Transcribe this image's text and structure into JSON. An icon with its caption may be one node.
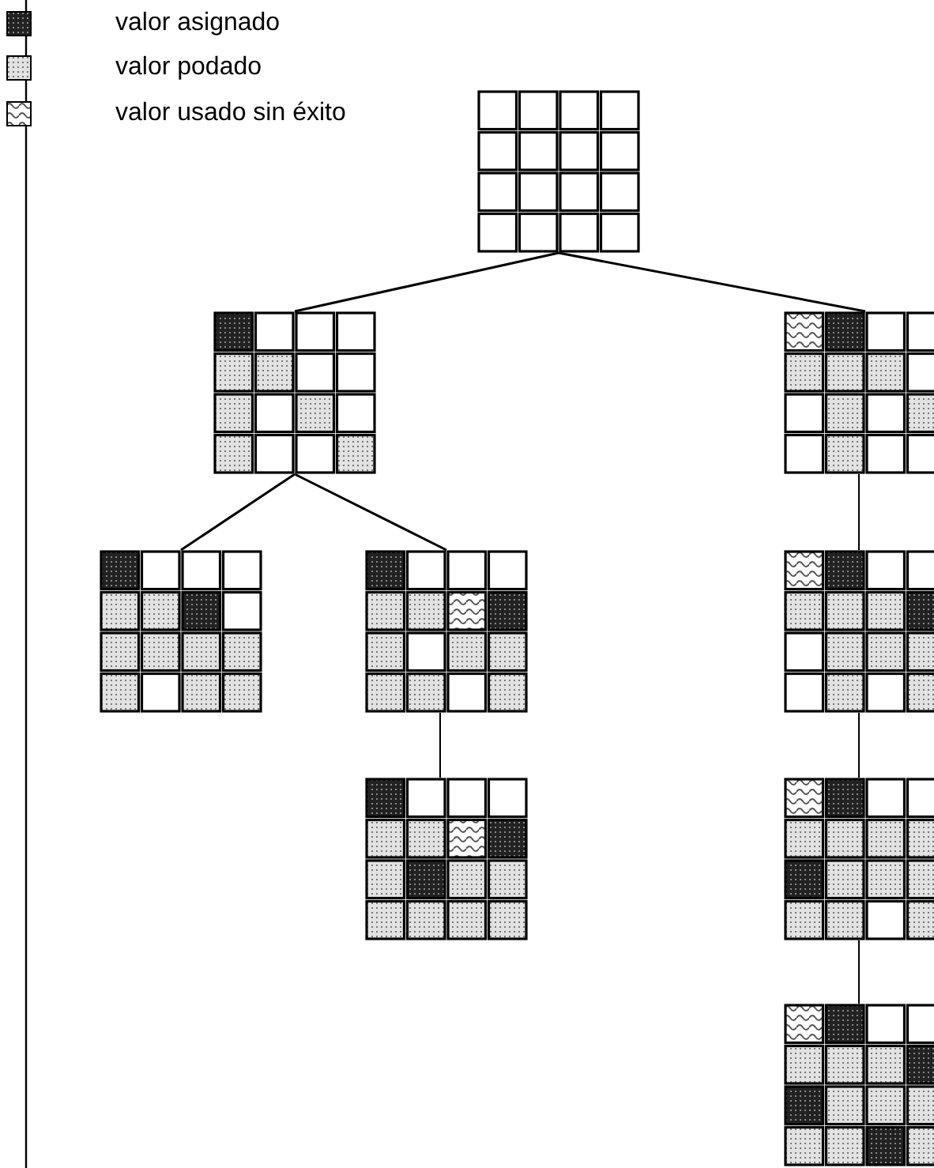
{
  "diagram": {
    "nodes": [
      {
        "text": [],
        "shape": "grid"
      },
      {
        "text": [],
        "shape": "grid"
      },
      {
        "text": [],
        "shape": "grid"
      },
      {
        "text": [],
        "shape": "grid"
      },
      {
        "text": [],
        "shape": "grid"
      },
      {
        "text": [],
        "shape": "grid"
      },
      {
        "text": [],
        "shape": "grid"
      },
      {
        "text": [],
        "shape": "grid"
      },
      {
        "text": [],
        "shape": "grid"
      }
    ],
    "edges": [
      {
        "from": 0,
        "to": 1,
        "arrow": "none"
      },
      {
        "from": 0,
        "to": 5,
        "arrow": "none"
      },
      {
        "from": 1,
        "to": 2,
        "arrow": "none"
      },
      {
        "from": 1,
        "to": 3,
        "arrow": "none"
      },
      {
        "from": 3,
        "to": 4,
        "arrow": "none"
      },
      {
        "from": 5,
        "to": 6,
        "arrow": "none"
      },
      {
        "from": 6,
        "to": 7,
        "arrow": "none"
      },
      {
        "from": 7,
        "to": 8,
        "arrow": "none"
      }
    ],
    "legend": [
      {
        "text": "valor asignado"
      },
      {
        "text": "valor podado"
      },
      {
        "text": "valor usado sin éxito"
      }
    ]
  }
}
